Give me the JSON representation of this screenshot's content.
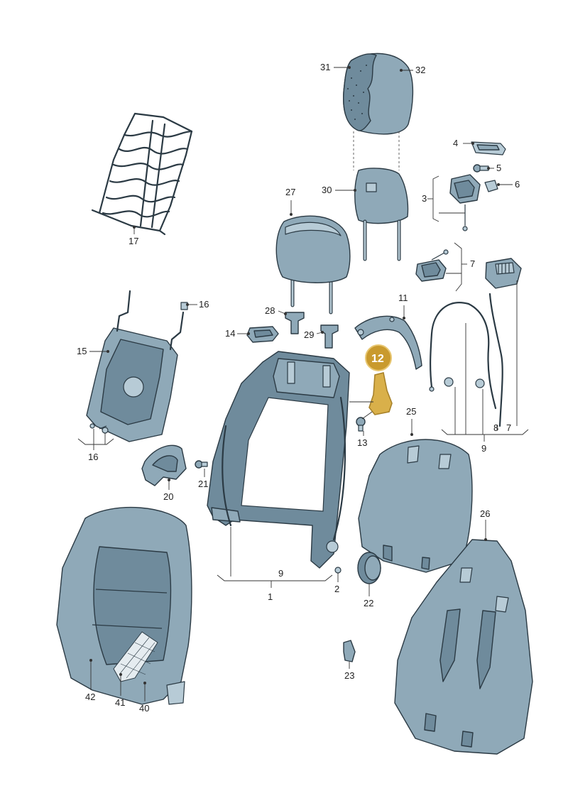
{
  "diagram": {
    "highlight_badge": "12",
    "labels": {
      "p1": "1",
      "p2": "2",
      "p3": "3",
      "p4": "4",
      "p5": "5",
      "p6": "6",
      "p7a": "7",
      "p7b": "7",
      "p8": "8",
      "p9a": "9",
      "p9b": "9",
      "p11": "11",
      "p13": "13",
      "p14": "14",
      "p15": "15",
      "p16a": "16",
      "p16b": "16",
      "p17": "17",
      "p20": "20",
      "p21": "21",
      "p22": "22",
      "p23": "23",
      "p25": "25",
      "p26": "26",
      "p27": "27",
      "p28": "28",
      "p29": "29",
      "p30": "30",
      "p31": "31",
      "p32": "32",
      "p40": "40",
      "p41": "41",
      "p42": "42"
    },
    "colors": {
      "part_fill": "#8fa9b8",
      "outline": "#2b3a44",
      "highlight": "#d9b04a",
      "badge": "#c99a2e"
    }
  }
}
